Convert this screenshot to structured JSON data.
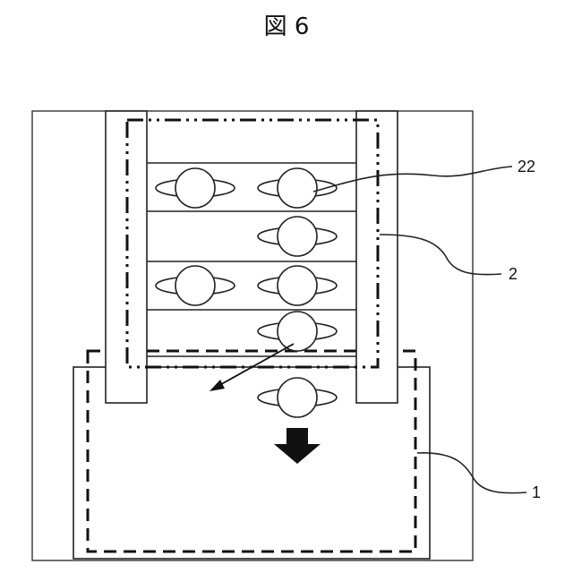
{
  "figure": {
    "title": "図 6",
    "ref_labels": {
      "tray": "22",
      "housing_upper": "2",
      "housing_lower": "1"
    }
  },
  "diagram": {
    "type": "patent-figure",
    "rows": [
      {
        "items": [
          1,
          2
        ]
      },
      {
        "items": [
          2
        ]
      },
      {
        "items": [
          1,
          2
        ]
      },
      {
        "items": [
          2
        ]
      }
    ],
    "dropped_item_column": 2,
    "arrow_direction": "down",
    "colors": {
      "line": "#222222",
      "fill": "#ffffff"
    }
  }
}
